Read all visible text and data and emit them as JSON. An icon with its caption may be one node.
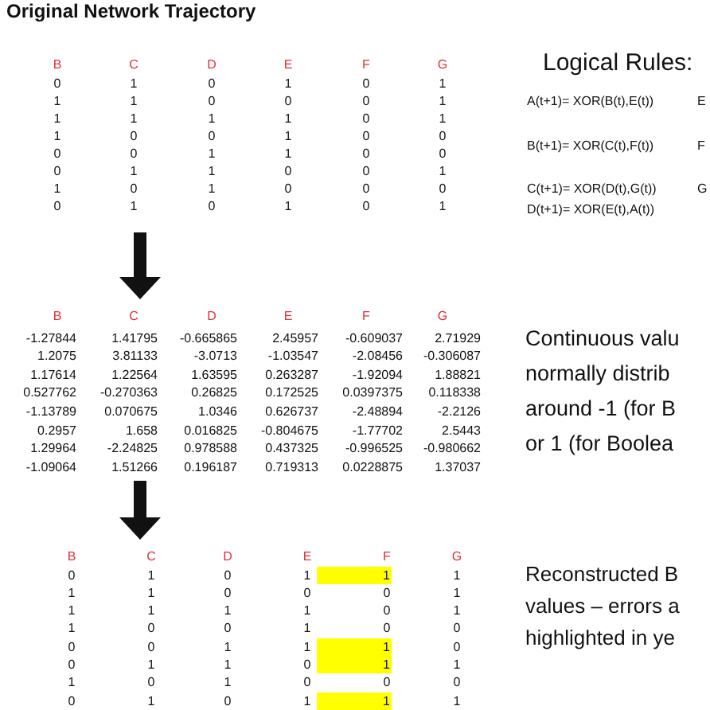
{
  "diagram": {
    "title": "Original Network Trajectory",
    "nodes": [
      {
        "text": [
          "B",
          "C",
          "D",
          "E",
          "F",
          "G",
          "0",
          "1",
          "0",
          "1",
          "0",
          "1",
          "1",
          "1",
          "0",
          "0",
          "0",
          "1",
          "1",
          "1",
          "1",
          "1",
          "0",
          "1",
          "1",
          "0",
          "0",
          "1",
          "0",
          "0",
          "0",
          "0",
          "1",
          "1",
          "0",
          "0",
          "0",
          "1",
          "1",
          "0",
          "0",
          "1",
          "1",
          "0",
          "1",
          "0",
          "0",
          "0",
          "0",
          "1",
          "0",
          "1",
          "0",
          "1"
        ]
      },
      {
        "text": [
          "B",
          "C",
          "D",
          "E",
          "F",
          "G",
          "-1.27844",
          "1.41795",
          "-0.665865",
          "2.45957",
          "-0.609037",
          "2.71929",
          "1.2075",
          "3.81133",
          "-3.0713",
          "-1.03547",
          "-2.08456",
          "-0.306087",
          "1.17614",
          "1.22564",
          "1.63595",
          "0.263287",
          "-1.92094",
          "1.88821",
          "0.527762",
          "-0.270363",
          "0.26825",
          "0.172525",
          "0.0397375",
          "0.118338",
          "-1.13789",
          "0.070675",
          "1.0346",
          "0.626737",
          "-2.48894",
          "-2.2126",
          "0.2957",
          "1.658",
          "0.016825",
          "-0.804675",
          "-1.77702",
          "2.5443",
          "1.29964",
          "-2.24825",
          "0.978588",
          "0.437325",
          "-0.996525",
          "-0.980662",
          "-1.09064",
          "1.51266",
          "0.196187",
          "0.719313",
          "0.0228875",
          "1.37037"
        ]
      },
      {
        "text": [
          "B",
          "C",
          "D",
          "E",
          "F",
          "G",
          "0",
          "1",
          "0",
          "1",
          "1",
          "1",
          "1",
          "1",
          "0",
          "0",
          "0",
          "1",
          "1",
          "1",
          "1",
          "1",
          "0",
          "1",
          "1",
          "0",
          "0",
          "1",
          "0",
          "0",
          "0",
          "0",
          "1",
          "1",
          "1",
          "0",
          "0",
          "1",
          "1",
          "0",
          "1",
          "1",
          "1",
          "0",
          "1",
          "0",
          "0",
          "0",
          "0",
          "1",
          "0",
          "1",
          "1",
          "1"
        ]
      }
    ],
    "edges": [
      {
        "from": 0,
        "to": 1,
        "arrow": "to"
      },
      {
        "from": 1,
        "to": 2,
        "arrow": "to"
      }
    ],
    "labels": [
      "Logical Rules:",
      "A(t+1)= XOR(B(t),E(t))",
      "E",
      "B(t+1)= XOR(C(t),F(t))",
      "F",
      "C(t+1)= XOR(D(t),G(t))",
      "G",
      "D(t+1)= XOR(E(t),A(t))",
      "Continuous valu",
      "normally distrib",
      "around -1 (for B",
      "or 1 (for Boolea",
      "Reconstructed B",
      "values – errors a",
      "highlighted in ye"
    ]
  }
}
